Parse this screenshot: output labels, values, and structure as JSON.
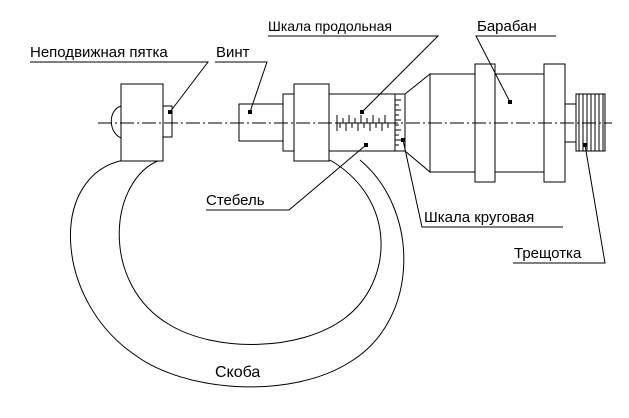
{
  "labels": {
    "fixed_anvil": "Неподвижная пятка",
    "spindle": "Винт",
    "linear_scale": "Шкала продольная",
    "thimble": "Барабан",
    "sleeve": "Стебель",
    "circular_scale": "Шкала круговая",
    "ratchet": "Трещотка",
    "frame": "Скоба"
  }
}
